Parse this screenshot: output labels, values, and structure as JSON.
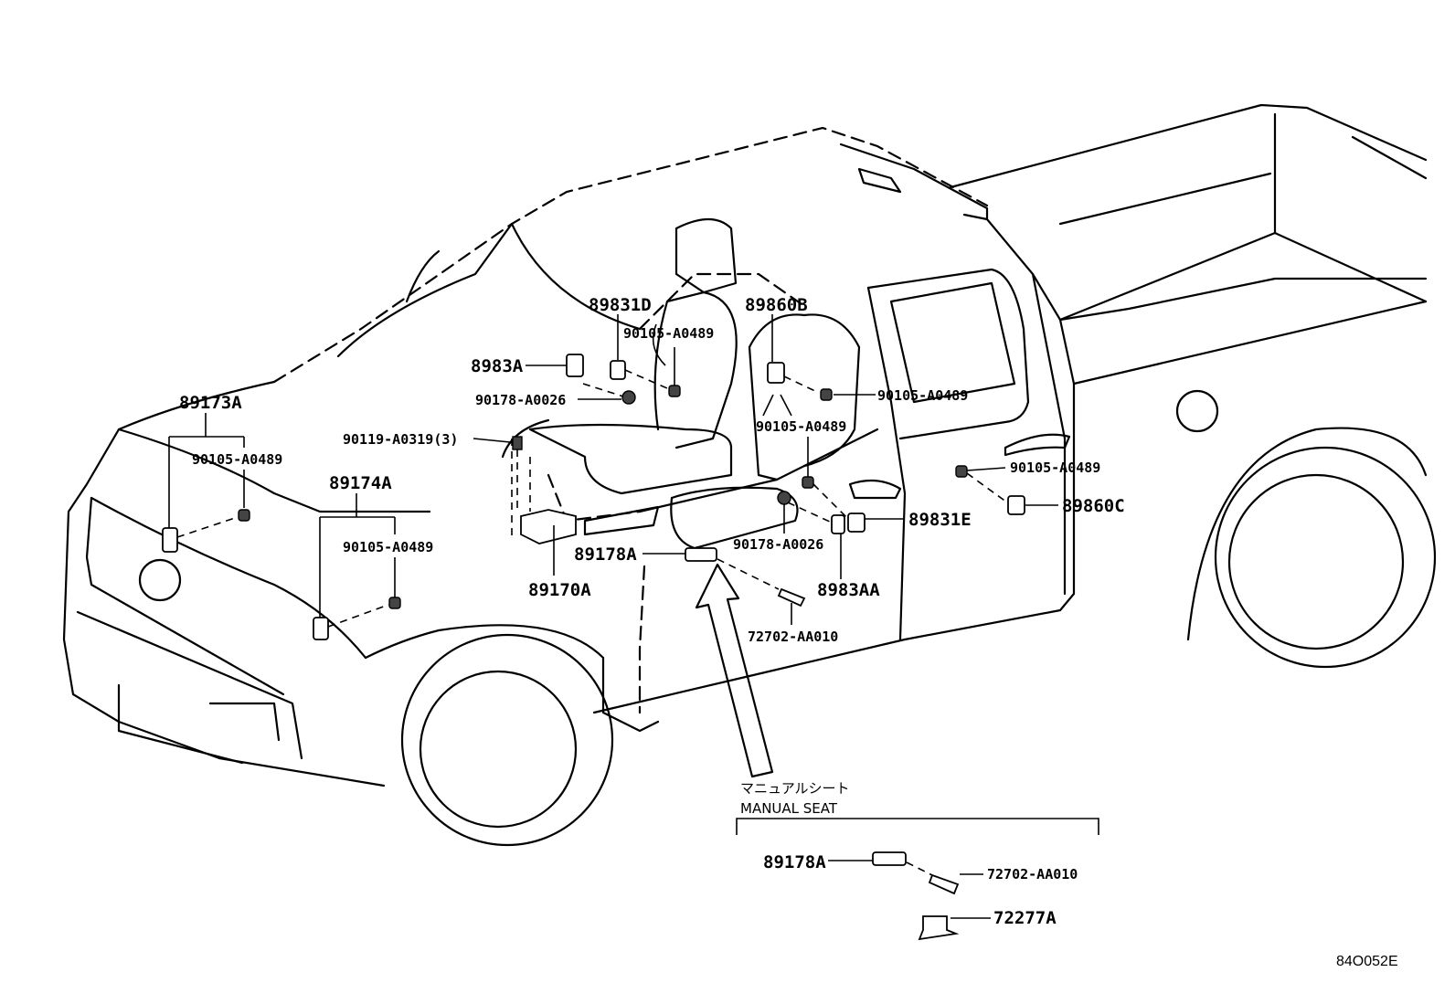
{
  "labels": {
    "p89173A": "89173A",
    "p90105_front": "90105-A0489",
    "p89174A": "89174A",
    "p90105_left": "90105-A0489",
    "p89170A": "89170A",
    "p90119": "90119-A0319(3)",
    "p8983A": "8983A",
    "p90178_upper": "90178-A0026",
    "p89831D": "89831D",
    "p90105_seat": "90105-A0489",
    "p89860B": "89860B",
    "p90105_pillar": "90105-A0489",
    "p90105_pillar2": "90105-A0489",
    "p90105_rear": "90105-A0489",
    "p89860C": "89860C",
    "p89831E": "89831E",
    "p90178_lower": "90178-A0026",
    "p8983AA": "8983AA",
    "p89178A": "89178A",
    "p72702": "72702-AA010"
  },
  "manual_seat": {
    "title_jp": "マニュアルシート",
    "title_en": "MANUAL SEAT",
    "p89178A": "89178A",
    "p72702": "72702-AA010",
    "p72277A": "72277A"
  },
  "figure_code": "84O052E"
}
